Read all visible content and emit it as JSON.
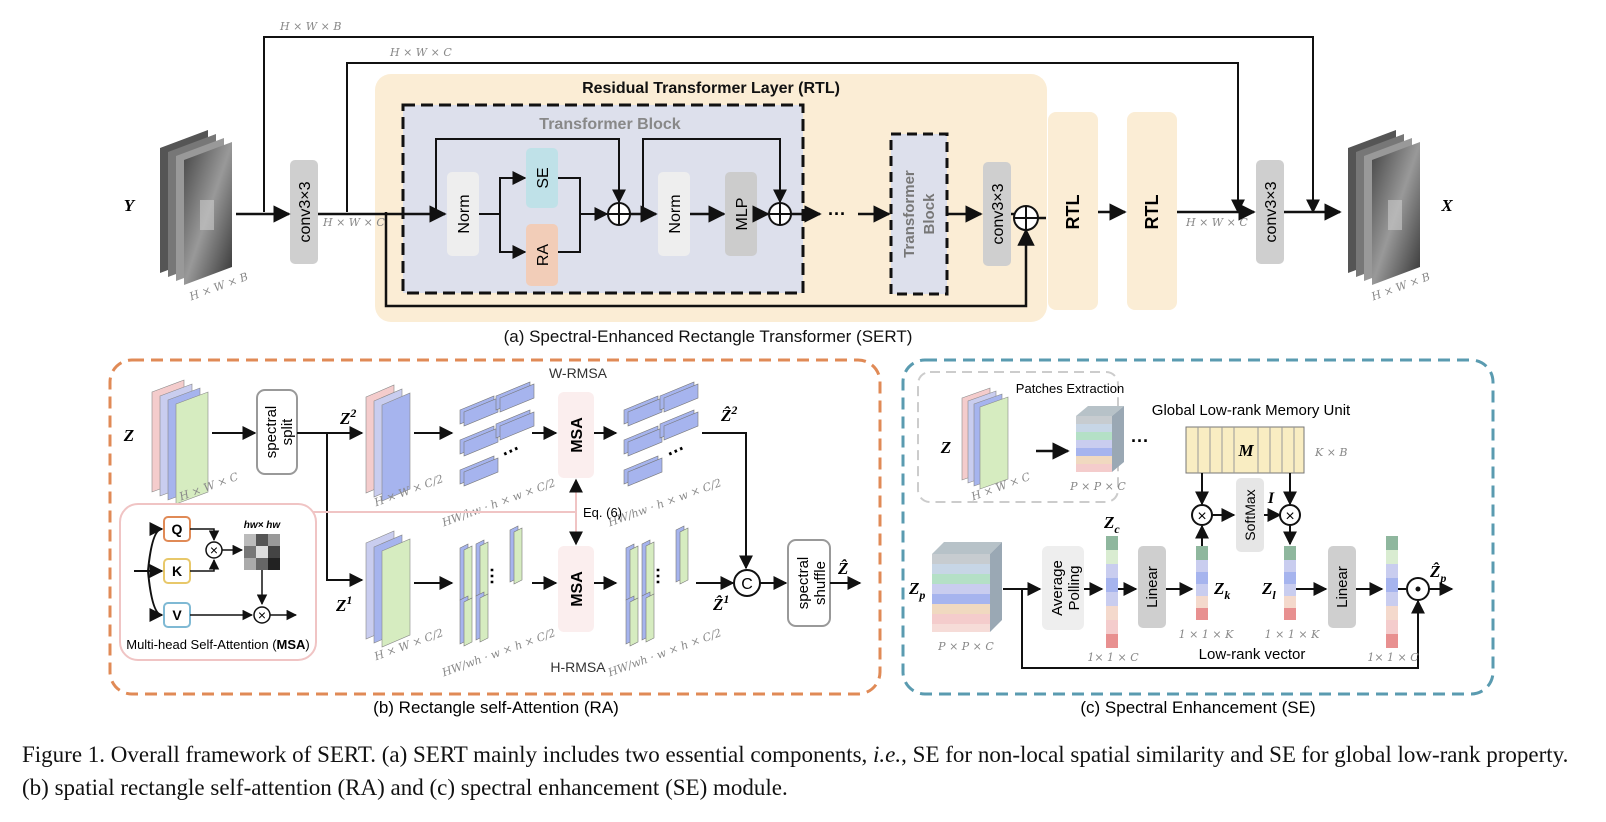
{
  "panel_a": {
    "title": "(a) Spectral-Enhanced Rectangle Transformer (SERT)",
    "rtl_title": "Residual Transformer Layer (RTL)",
    "tb_title": "Transformer Block",
    "input": "Y",
    "output": "X",
    "dim_hwb": "H × W × B",
    "dim_hwc": "H × W × C",
    "conv": "conv3×3",
    "norm": "Norm",
    "se": "SE",
    "ra": "RA",
    "mlp": "MLP",
    "dots": "···",
    "tb_line1": "Transformer",
    "tb_line2": "Block",
    "rtl": "RTL"
  },
  "panel_b": {
    "title": "(b) Rectangle self-Attention (RA)",
    "z": "Z",
    "z2": "Z",
    "z2_sup": "2",
    "z1": "Z",
    "z1_sup": "1",
    "zhat2": "Ẑ",
    "zhat2_sup": "2",
    "zhat1": "Ẑ",
    "zhat1_sup": "1",
    "zhat": "Ẑ",
    "spectral_split_1": "spectral",
    "spectral_split_2": "split",
    "spectral_shuffle_1": "spectral",
    "spectral_shuffle_2": "shuffle",
    "msa": "MSA",
    "concat": "C",
    "w_rmsa": "W-RMSA",
    "h_rmsa": "H-RMSA",
    "eq": "Eq. (6)",
    "dim_hwc": "H × W × C",
    "dim_hw_c2": "H × W × C/2",
    "dim_w_1": "HW/hw · h × w × C/2",
    "dim_h_1": "HW/wh · w × h × C/2",
    "q": "Q",
    "k": "K",
    "v": "V",
    "attn_dim": "hw× hw",
    "msa_caption_pre": "Multi-head Self-Attention (",
    "msa_caption_bold": "MSA",
    "msa_caption_post": ")"
  },
  "panel_c": {
    "title": "(c) Spectral Enhancement (SE)",
    "patches": "Patches Extraction",
    "glrmu": "Global Low-rank Memory Unit",
    "m": "M",
    "kxb": "K × B",
    "z": "Z",
    "zp": "Z",
    "zp_sub": "p",
    "zc": "Z",
    "zc_sub": "c",
    "zk": "Z",
    "zk_sub": "k",
    "zl": "Z",
    "zl_sub": "l",
    "zhatp": "Ẑ",
    "zhatp_sub": "p",
    "i": "I",
    "avg1": "Average",
    "avg2": "Polling",
    "linear": "Linear",
    "softmax": "SoftMax",
    "dim_hwc": "H × W × C",
    "dim_ppc": "P × P × C",
    "dim_11c": "1× 1 × C",
    "dim_11k": "1 × 1 × K",
    "low_rank": "Low-rank vector",
    "dots": "···"
  },
  "caption": {
    "part1": "Figure 1. Overall framework of SERT. (a) SERT mainly includes two essential components, ",
    "ie": "i.e.",
    "part2": ", SE for non-local spatial similarity and SE for global low-rank property. (b) spatial rectangle self-attention (RA) and (c) spectral enhancement (SE) module."
  }
}
